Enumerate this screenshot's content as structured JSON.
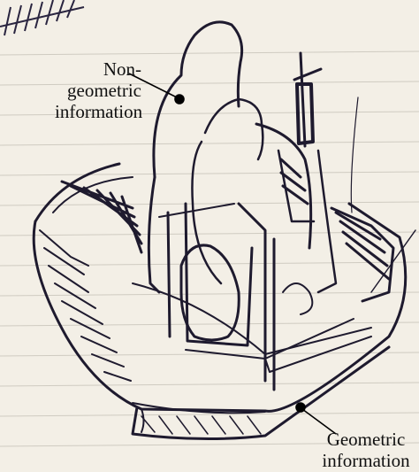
{
  "figure": {
    "labels": {
      "non_geometric": [
        "Non-",
        "geometric",
        "information"
      ],
      "geometric": [
        "Geometric",
        "information"
      ]
    },
    "colors": {
      "paper": "#f3efe6",
      "ruled_line": "#c9c6bd",
      "ink": "#1e1a2e",
      "annotation": "#000000"
    }
  }
}
